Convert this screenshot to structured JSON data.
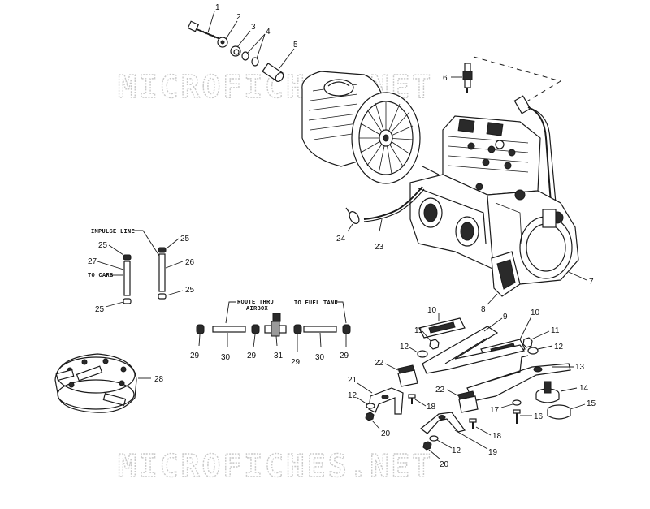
{
  "watermark": "MICROFICHES.NET",
  "notes": {
    "impulse_line": "IMPULSE LINE",
    "to_carb": "TO CARB",
    "route_thru_airbox_1": "ROUTE THRU",
    "route_thru_airbox_2": "AIRBOX",
    "to_fuel_tank": "TO FUEL TANK"
  },
  "callouts": {
    "c1": "1",
    "c2": "2",
    "c3": "3",
    "c4": "4",
    "c5": "5",
    "c6": "6",
    "c7": "7",
    "c8": "8",
    "c9": "9",
    "c10a": "10",
    "c10b": "10",
    "c11a": "11",
    "c11b": "11",
    "c12a": "12",
    "c12b": "12",
    "c12c": "12",
    "c12d": "12",
    "c13": "13",
    "c14": "14",
    "c15": "15",
    "c16": "16",
    "c17": "17",
    "c18a": "18",
    "c18b": "18",
    "c19": "19",
    "c20a": "20",
    "c20b": "20",
    "c21": "21",
    "c22a": "22",
    "c22b": "22",
    "c23": "23",
    "c24": "24",
    "c25a": "25",
    "c25b": "25",
    "c25c": "25",
    "c25d": "25",
    "c26": "26",
    "c27": "27",
    "c28": "28",
    "c29a": "29",
    "c29b": "29",
    "c29c": "29",
    "c29d": "29",
    "c30a": "30",
    "c30b": "30",
    "c31": "31"
  }
}
